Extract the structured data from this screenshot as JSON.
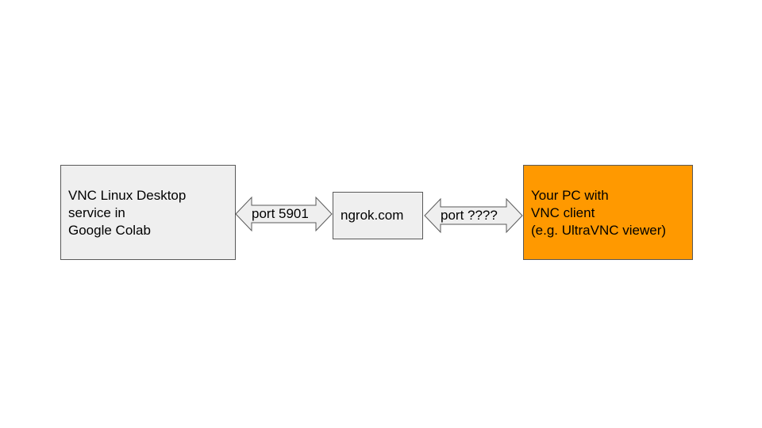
{
  "diagram": {
    "nodes": [
      {
        "id": "colab",
        "lines": [
          "VNC Linux Desktop",
          "service in",
          "Google Colab"
        ],
        "fill": "#efefef"
      },
      {
        "id": "ngrok",
        "lines": [
          "ngrok.com"
        ],
        "fill": "#efefef"
      },
      {
        "id": "pc",
        "lines": [
          "Your PC with",
          "VNC client",
          "(e.g. UltraVNC viewer)"
        ],
        "fill": "#ff9900"
      }
    ],
    "edges": [
      {
        "from": "colab",
        "to": "ngrok",
        "label": "port 5901",
        "direction": "both"
      },
      {
        "from": "ngrok",
        "to": "pc",
        "label": "port ????",
        "direction": "both"
      }
    ],
    "colors": {
      "box_border": "#595959",
      "arrow_fill": "#efefef",
      "arrow_stroke": "#595959",
      "accent": "#ff9900"
    }
  }
}
